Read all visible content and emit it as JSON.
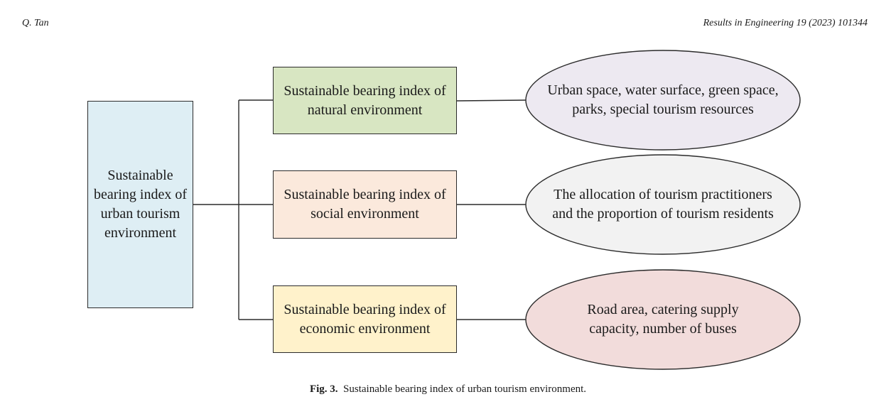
{
  "header": {
    "author": "Q. Tan",
    "journal": "Results in Engineering 19 (2023) 101344"
  },
  "diagram": {
    "root": {
      "label": "Sustainable bearing index of urban tourism environment",
      "color": "#deeef4"
    },
    "branches": [
      {
        "label": "Sustainable bearing index of natural environment",
        "box_color": "#d8e6c2",
        "detail": "Urban space, water surface, green space, parks, special tourism resources",
        "ellipse_color": "#ede9f1"
      },
      {
        "label": "Sustainable bearing index of social environment",
        "box_color": "#fbe9dc",
        "detail": "The allocation of tourism practitioners and the proportion of tourism residents",
        "ellipse_color": "#f2f2f2"
      },
      {
        "label": "Sustainable bearing index of economic environment",
        "box_color": "#fff2cb",
        "detail": "Road area, catering supply capacity, number of buses",
        "ellipse_color": "#f2dcdb"
      }
    ]
  },
  "caption": {
    "label": "Fig. 3.",
    "text": "Sustainable bearing index of urban tourism environment."
  }
}
